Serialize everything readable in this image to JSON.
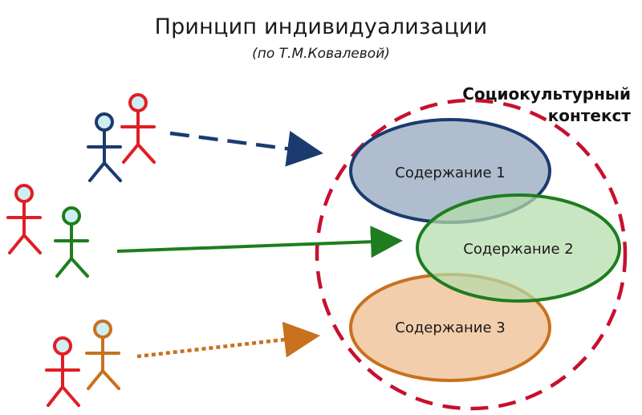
{
  "title": "Принцип индивидуализации",
  "subtitle": "(по Т.М.Ковалевой)",
  "context": {
    "line1": "Социокультурный",
    "line2": "контекст",
    "color": "#c8102e"
  },
  "contents": [
    {
      "label": "Содержание 1",
      "fill": "#a6b6c9",
      "stroke": "#1b3b6f"
    },
    {
      "label": "Содержание 2",
      "fill": "#b4dcaa",
      "stroke": "#1e7d1e"
    },
    {
      "label": "Содержание 3",
      "fill": "#f1c9a3",
      "stroke": "#c8711e"
    }
  ],
  "colors": {
    "figure_red": "#e01e24",
    "figure_blue": "#1b3b6f",
    "figure_green": "#1e7d1e",
    "figure_orange": "#c8711e",
    "head_fill": "#cdeff3"
  },
  "arrows": [
    {
      "style": "dashed",
      "color": "#1b3b6f"
    },
    {
      "style": "solid",
      "color": "#1e7d1e"
    },
    {
      "style": "dotted",
      "color": "#c8711e"
    }
  ]
}
